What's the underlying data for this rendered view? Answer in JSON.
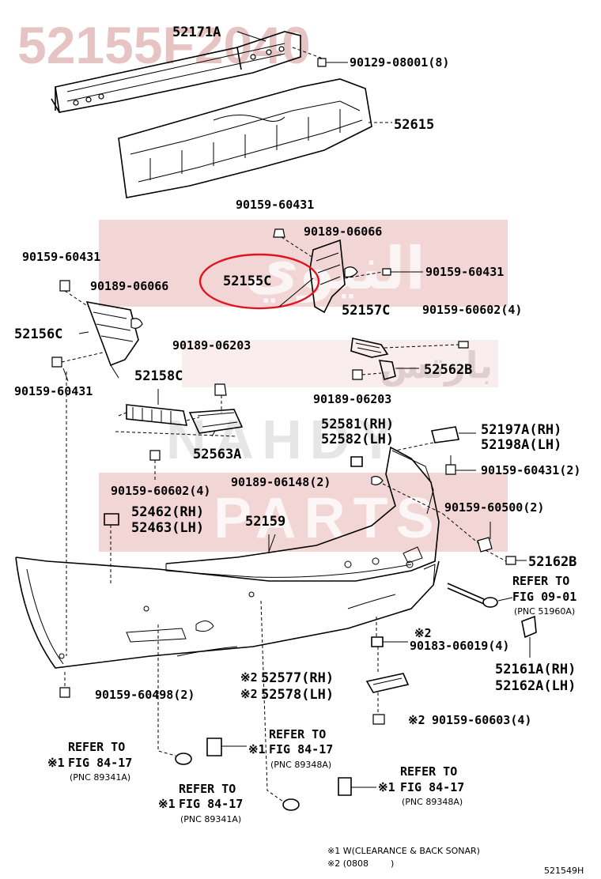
{
  "watermark": {
    "top_number": "52155F2040",
    "arabic": "النيوي",
    "arabic2": "بارتس",
    "latin1": "NAHDY",
    "latin2": "PARTS"
  },
  "labels": {
    "p52171A": "52171A",
    "p9012908001": "90129-08001(8)",
    "p52615": "52615",
    "p9015960431_a": "90159-60431",
    "p9018906066_a": "90189-06066",
    "p52155C": "52155C",
    "p9015960431_b": "90159-60431",
    "p9015960431_c": "90159-60431",
    "p9018906066_b": "90189-06066",
    "p52156C": "52156C",
    "p9015960431_d": "90159-60431",
    "p52157C": "52157C",
    "p9015960602_a": "90159-60602(4)",
    "p9018906203_a": "90189-06203",
    "p52562B": "52562B",
    "p52158C": "52158C",
    "p9018906203_b": "90189-06203",
    "p52563A": "52563A",
    "p52581": "52581(RH)",
    "p52582": "52582(LH)",
    "p52197A": "52197A(RH)",
    "p52198A": "52198A(LH)",
    "p9015960431_e": "90159-60431(2)",
    "p9015960602_b": "90159-60602(4)",
    "p9018906148": "90189-06148(2)",
    "p9015960500": "90159-60500(2)",
    "p52462": "52462(RH)",
    "p52463": "52463(LH)",
    "p52159": "52159",
    "p52162B": "52162B",
    "refer_fig0901": [
      "REFER TO",
      "FIG 09-01"
    ],
    "pnc51960A": "(PNC 51960A)",
    "p9018306019": "90183-06019(4)",
    "p52161A": "52161A(RH)",
    "p52162A": "52162A(LH)",
    "p52577": "52577(RH)",
    "p52578": "52578(LH)",
    "p9015960498": "90159-60498(2)",
    "p9015960603": "90159-60603(4)",
    "refer_a": [
      "REFER TO",
      "FIG 84-17",
      "(PNC 89341A)"
    ],
    "refer_b": [
      "REFER TO",
      "FIG 84-17",
      "(PNC 89348A)"
    ],
    "refer_c": [
      "REFER TO",
      "FIG 84-17",
      "(PNC 89341A)"
    ],
    "refer_d": [
      "REFER TO",
      "FIG 84-17",
      "(PNC 89348A)"
    ],
    "mark1": "※1",
    "mark2": "※2",
    "note1": "※1 W(CLEARANCE & BACK SONAR)",
    "note2": "※2 (0808        )",
    "figure_id": "521549H"
  },
  "colors": {
    "highlight": "#e0141e",
    "watermark_band": "#e8b4b4",
    "watermark_text": "#e9c8c8"
  }
}
